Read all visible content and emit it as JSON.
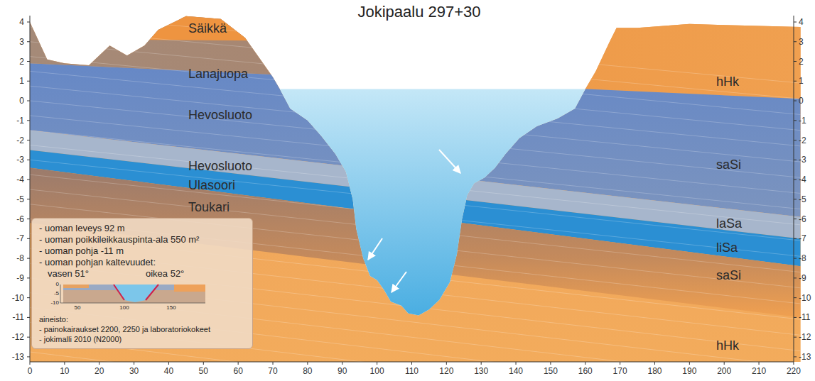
{
  "diagram": {
    "title": "Jokipaalu 297+30",
    "nodes": [
      {
        "text": [
          "- uoman leveys 92 m",
          "- uoman poikkileikkauspinta-ala 550 m²",
          "- uoman pohja -11 m",
          "- uoman pohjan kaltevuudet:",
          "vasen 51°",
          "oikea 52°",
          "aineisto:",
          "- painokairaukset 2200, 2250 ja laboratoriokokeet",
          "- jokimalli 2010 (N2000)"
        ]
      }
    ],
    "labels": [
      "Säikkä",
      "Lanajuopa",
      "Hevosluoto",
      "Hevosluoto",
      "Ulasoori",
      "Toukari",
      "hHk",
      "saSi",
      "laSa",
      "liSa",
      "saSi",
      "hHk",
      "4",
      "3",
      "2",
      "1",
      "0",
      "-1",
      "-2",
      "-3",
      "-4",
      "-5",
      "-6",
      "-7",
      "-8",
      "-9",
      "-10",
      "-11",
      "-12",
      "-13",
      "4",
      "3",
      "2",
      "1",
      "0",
      "-1",
      "-2",
      "-3",
      "-4",
      "-5",
      "-6",
      "-7",
      "-8",
      "-9",
      "-10",
      "-11",
      "-12",
      "-13",
      "0",
      "10",
      "20",
      "30",
      "40",
      "50",
      "60",
      "70",
      "80",
      "90",
      "100",
      "110",
      "120",
      "130",
      "140",
      "150",
      "160",
      "170",
      "180",
      "190",
      "200",
      "210",
      "220",
      "0",
      "-5",
      "-10",
      "50",
      "100",
      "150"
    ]
  }
}
